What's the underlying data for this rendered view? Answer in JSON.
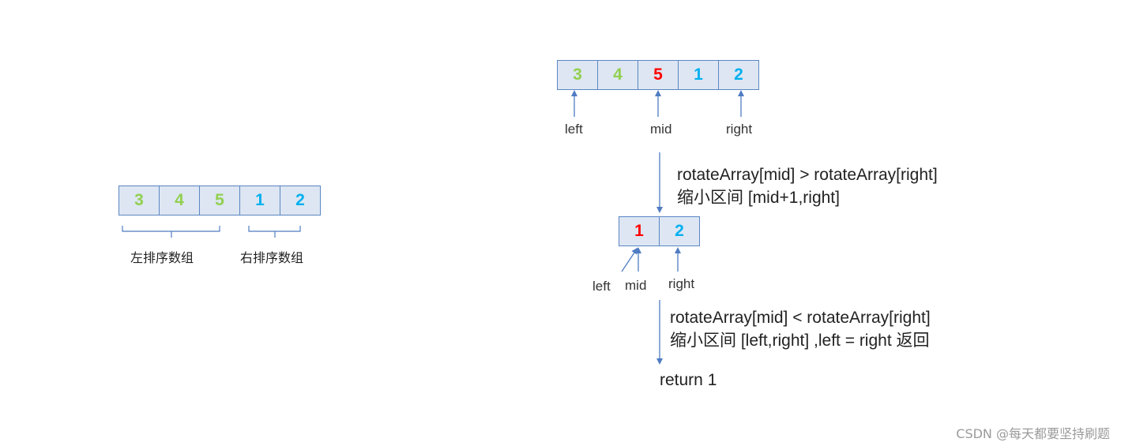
{
  "colors": {
    "green": "#92d050",
    "red": "#ff0000",
    "blue": "#00b0f0",
    "line": "#4f7cc2"
  },
  "left_panel": {
    "array": [
      {
        "value": "3",
        "color": "green"
      },
      {
        "value": "4",
        "color": "green"
      },
      {
        "value": "5",
        "color": "green"
      },
      {
        "value": "1",
        "color": "blue"
      },
      {
        "value": "2",
        "color": "blue"
      }
    ],
    "left_group_label": "左排序数组",
    "right_group_label": "右排序数组"
  },
  "step1": {
    "array": [
      {
        "value": "3",
        "color": "green"
      },
      {
        "value": "4",
        "color": "green"
      },
      {
        "value": "5",
        "color": "red"
      },
      {
        "value": "1",
        "color": "blue"
      },
      {
        "value": "2",
        "color": "blue"
      }
    ],
    "pointer_left": "left",
    "pointer_mid": "mid",
    "pointer_right": "right",
    "condition": "rotateArray[mid] > rotateArray[right]",
    "action": "缩小区间 [mid+1,right]"
  },
  "step2": {
    "array": [
      {
        "value": "1",
        "color": "red"
      },
      {
        "value": "2",
        "color": "blue"
      }
    ],
    "pointer_left": "left",
    "pointer_mid": "mid",
    "pointer_right": "right",
    "condition": "rotateArray[mid] < rotateArray[right]",
    "action": "缩小区间 [left,right]  ,left = right 返回"
  },
  "result": "return 1",
  "watermark": "CSDN @每天都要坚持刷题"
}
